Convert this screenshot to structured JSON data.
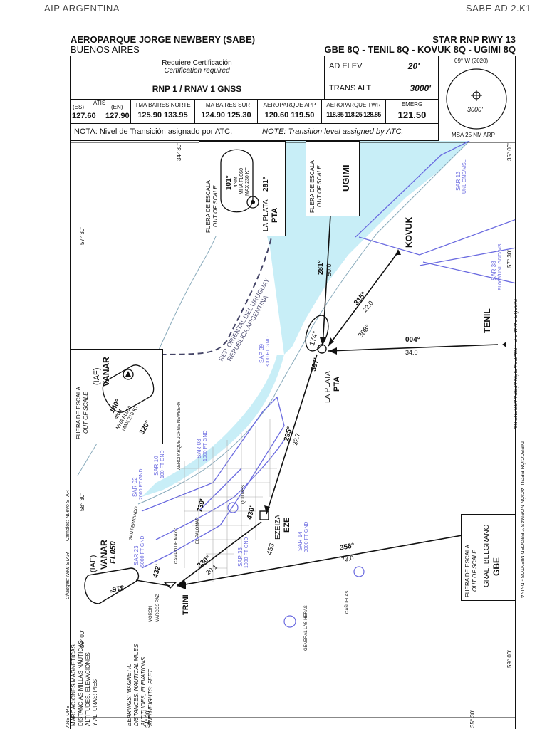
{
  "header": {
    "left": "AIP ARGENTINA",
    "right": "SABE AD 2.K1"
  },
  "title": {
    "airport": "AEROPARQUE JORGE NEWBERY (SABE)",
    "city": "BUENOS AIRES",
    "procedure": "STAR RNP RWY 13",
    "routes": "GBE 8Q - TENIL 8Q - KOVUK 8Q - UGIMI 8Q"
  },
  "info": {
    "cert_es": "Requiere Certificación",
    "cert_en": "Certification required",
    "ad_elev_label": "AD ELEV",
    "ad_elev_value": "20'",
    "nav_spec": "RNP 1 / RNAV 1 GNSS",
    "trans_alt_label": "TRANS ALT",
    "trans_alt_value": "3000'",
    "atis_label": "ATIS",
    "atis_es": "(ES)",
    "atis_en": "(EN)",
    "atis_freq_es": "127.60",
    "atis_freq_en": "127.90",
    "tma_norte_label": "TMA BAIRES NORTE",
    "tma_norte_freqs": "125.90  133.95",
    "tma_sur_label": "TMA BAIRES SUR",
    "tma_sur_freqs": "124.90  125.30",
    "app_label": "AEROPARQUE APP",
    "app_freqs": "120.60  119.50",
    "twr_label": "AEROPARQUE TWR",
    "twr_freqs": "118.85 118.25 128.85",
    "emerg_label": "EMERG",
    "emerg_freq": "121.50",
    "note_es": "NOTA: Nivel de Transición asignado por ATC.",
    "note_en": "NOTE: Transition level assigned by ATC.",
    "msa_var": "09° W (2020)",
    "msa_alt": "3000'",
    "msa_label": "MSA 25 NM ARP"
  },
  "map": {
    "grid_labels": {
      "lat_5730": "57° 30'",
      "lat_5830": "58° 30'",
      "lat_5900": "59° 00'",
      "lon_3430_top": "34° 30'",
      "lon_3500": "35° 00'",
      "lon_3430_bot": "34° 30'",
      "lon_3530": "35° 30'",
      "lat_5730_r": "57° 30'",
      "lat_5900_r": "59° 00'"
    },
    "out_of_scale_es": "FUERA DE ESCALA",
    "out_of_scale_en": "OUT OF SCALE",
    "holding_pta": {
      "inbound": "101°",
      "outbound": "281°",
      "leg": "4NM",
      "mha": "MHA FL060",
      "speed": "MAX 230 KT",
      "fix_name": "LA PLATA",
      "fix_id": "PTA"
    },
    "holding_vanar": {
      "label": "(IAF)",
      "fix": "VANAR",
      "inbound": "140°",
      "leg": "4NM",
      "mha": "MHA FL050",
      "speed": "MAX 210 KT",
      "outbound": "320°"
    },
    "fixes": {
      "ugimi": "UGIMI",
      "kovuk": "KOVUK",
      "tenil": "TENIL",
      "pta_name": "LA PLATA",
      "pta_id": "PTA",
      "eze_name": "EZEIZA",
      "eze_id": "EZE",
      "trini": "TRINI",
      "vanar_iaf": "(IAF)",
      "vanar": "VANAR",
      "vanar_fl": "FL050",
      "gbe_name": "GRAL. BELGRANO",
      "gbe_id": "GBE"
    },
    "legs": {
      "ugimi_crs": "281°",
      "ugimi_dist": "50.0",
      "kovuk_crs": "315°",
      "kovuk_dist": "22.0",
      "kovuk_rev": "308°",
      "tenil_crs": "004°",
      "tenil_dist": "34.0",
      "pta_alt": "597'",
      "pta_crs_in": "174°",
      "pta_eze_crs": "295°",
      "pta_eze_dist": "32.7",
      "eze_alt": "430'",
      "eze_alt2": "453'",
      "gbe_crs": "356°",
      "gbe_dist": "73.0",
      "eze_trini_crs": "330°",
      "eze_trini_dist": "20.1",
      "trini_alt": "432'",
      "trini_vanar": "316°",
      "alt_739": "739'"
    },
    "areas": {
      "sar13": "SAR 13",
      "sar13_lim": "UNL GND/MSL",
      "sar38": "SAR 38",
      "sar38_lim": "FL065/UNL GND/MSL",
      "sap39": "SAP 39",
      "sap39_lim": "3000 FT GND",
      "sar03": "SAR 03",
      "sar03_lim": "1000 FT GND",
      "sar10": "SAR 10",
      "sar10_lim": "100 FT GND",
      "sar02": "SAR 02",
      "sar02_lim": "2000 FT GND",
      "sar23": "SAR 23",
      "sar23_lim": "5000 FT GND",
      "sap33": "SAP 33",
      "sap33_lim": "1000 FT GND",
      "sar14": "SAR 14",
      "sar14_lim": "3000 FT GND"
    },
    "river_label": "REP. ORIENTAL DEL URUGUAY",
    "river_label2": "REPUBLICA ARGENTINA",
    "places": {
      "aeroparque": "AEROPARQUE JORGE NEWBERY",
      "san_fernando": "SAN FERNANDO",
      "campo": "CAMPO DE MAYO",
      "palomar": "EL PALOMAR",
      "moron": "MORON",
      "canuelas": "CAÑUELAS",
      "heras": "GENERAL LAS HERAS",
      "marcos_paz": "MARCOS PAZ",
      "quilmes": "QUILMES"
    },
    "remarks": {
      "es_1": "MARCACIONES MAGNÉTICAS",
      "es_2": "DISTANCIAS MILLAS NÁUTICAS",
      "es_3": "ALTITUDES, ELEVACIONES",
      "es_4": "Y ALTURAS: PIES",
      "en_1": "BEARINGS: MAGNETIC",
      "en_2": "DISTANCES: NAUTICAL MILES",
      "en_3": "ALTITUDES, ELEVATIONS",
      "en_4": "AND HEIGHTS: FEET",
      "change_es": "Cambios: Nuevo STAR",
      "change_en": "Changes: New STAR",
      "side_right": "DISEÑO EANA S.E. - NAVEGACIÓN AÉREA ARGENTINA",
      "side_right2": "DIRECCIÓN REGULACIÓN NORMAS Y PROCEDIMIENTOS - DNINA",
      "side_left": "ANS OPS"
    }
  },
  "colors": {
    "water": "#c8eef7",
    "land": "#ffffff",
    "airspace": "#6a6ae0",
    "ink": "#111111"
  }
}
